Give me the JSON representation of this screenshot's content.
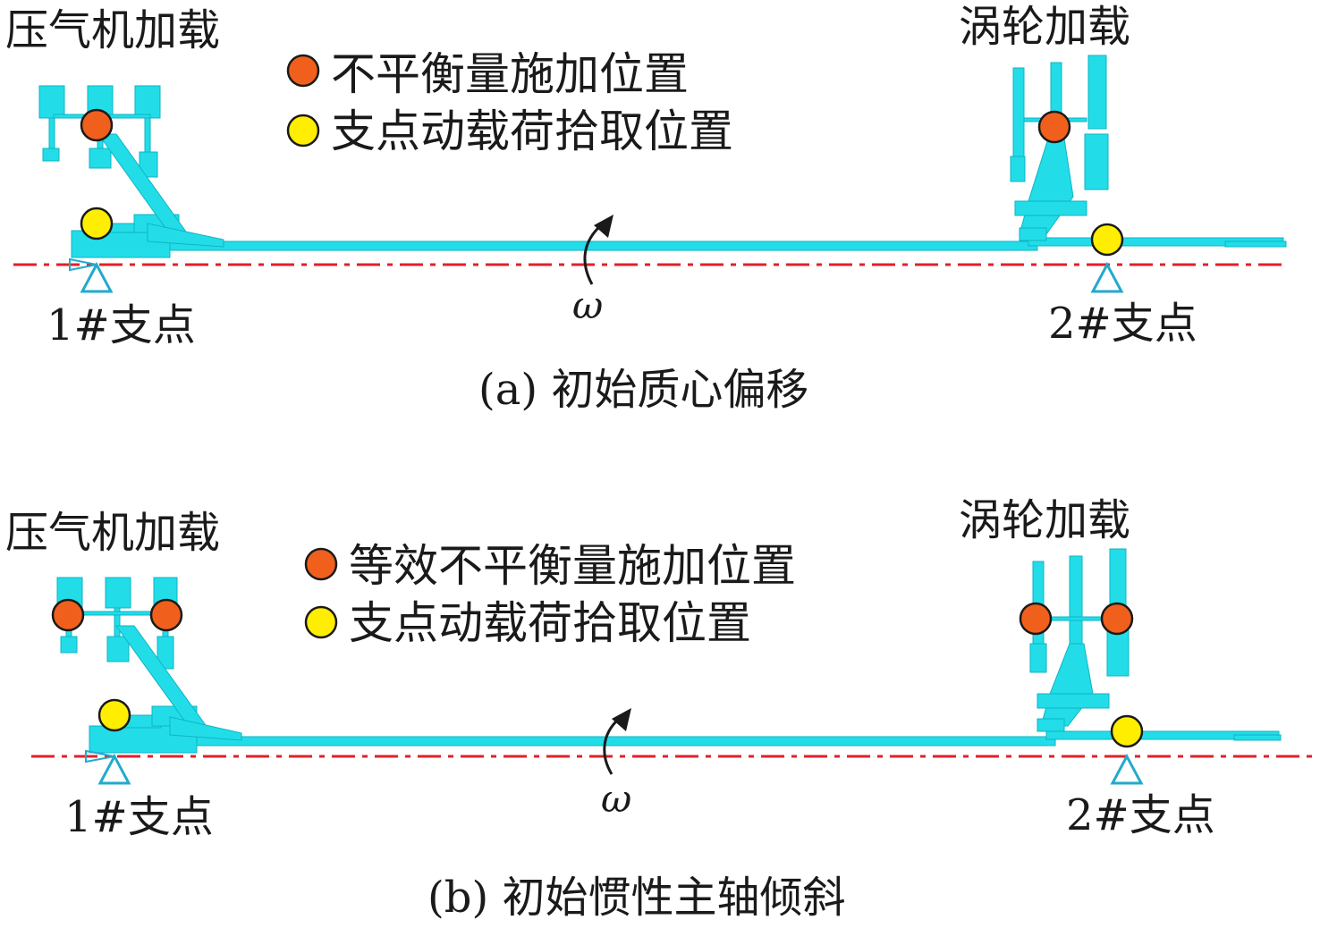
{
  "colors": {
    "rotor": "#22dde8",
    "rotor_dark": "#0fb4c4",
    "axis_line": "#e0202a",
    "unbalance_dot": "#f0601c",
    "pickup_dot": "#ffee00",
    "dot_outline": "#1a1a1a"
  },
  "panel_a": {
    "compressor_label": "压气机加载",
    "turbine_label": "涡轮加载",
    "legend_unbalance": "不平衡量施加位置",
    "legend_pickup": "支点动载荷拾取位置",
    "support1_label": "1#支点",
    "support2_label": "2#支点",
    "omega_label": "ω",
    "caption": "(a) 初始质心偏移"
  },
  "panel_b": {
    "compressor_label": "压气机加载",
    "turbine_label": "涡轮加载",
    "legend_unbalance": "等效不平衡量施加位置",
    "legend_pickup": "支点动载荷拾取位置",
    "support1_label": "1#支点",
    "support2_label": "2#支点",
    "omega_label": "ω",
    "caption": "(b) 初始惯性主轴倾斜"
  }
}
